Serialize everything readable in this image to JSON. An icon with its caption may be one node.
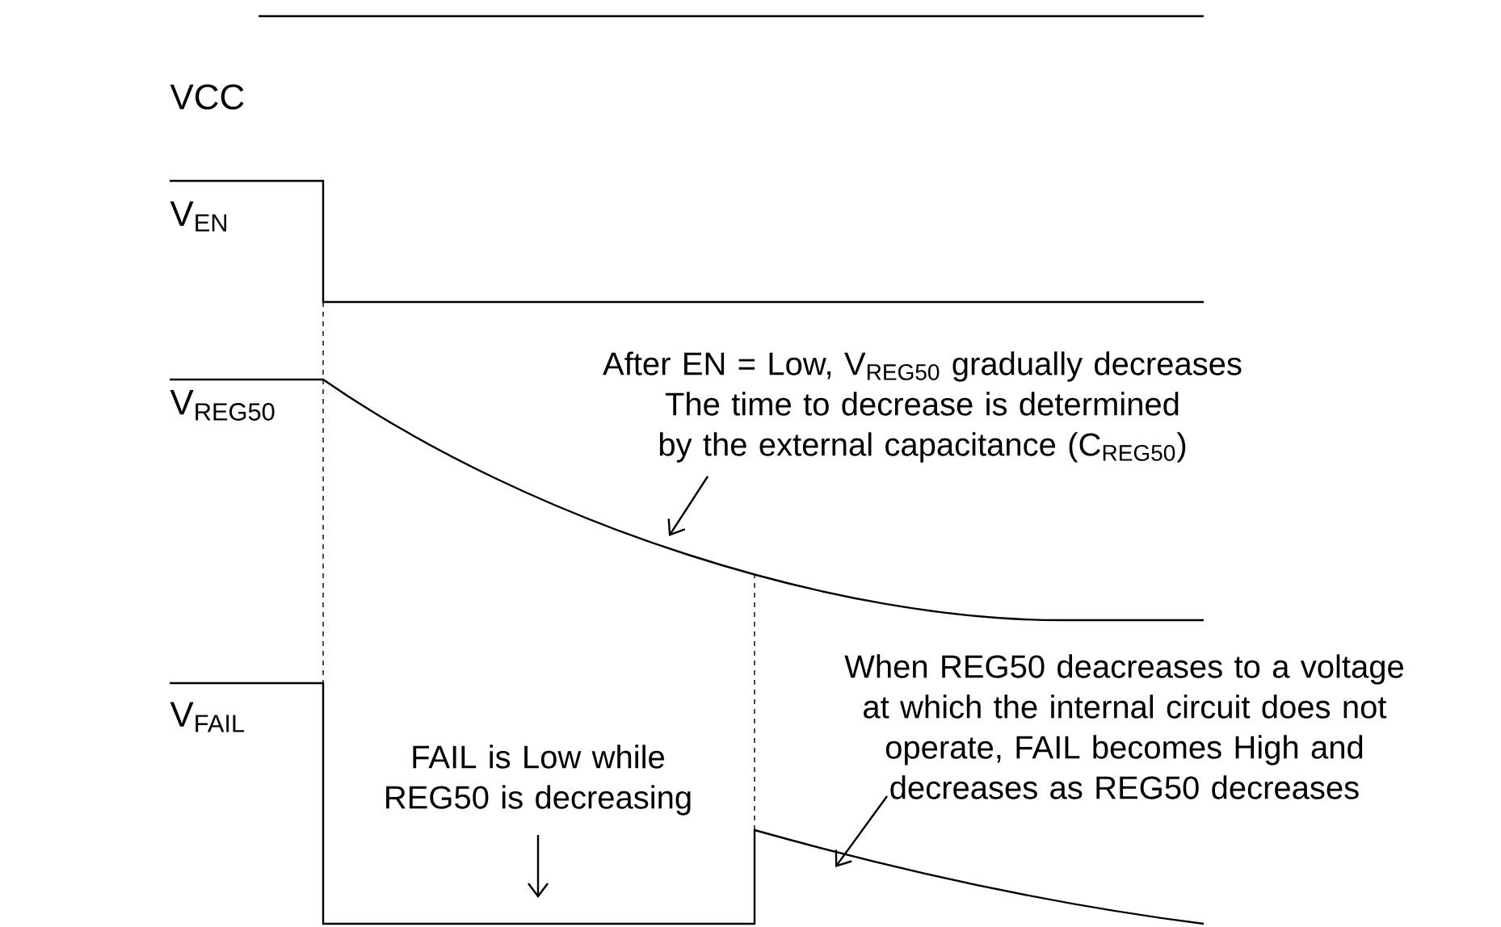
{
  "diagram": {
    "nodes": [
      {
        "text": [
          "After EN = Low, V$_{REG50}$ gradually decreases The time to decrease is determined by the external capacitance (C$_{REG50}$)"
        ]
      },
      {
        "text": [
          "FAIL is Low while REG50 is decreasing"
        ]
      },
      {
        "text": [
          "When REG50 deacreases to a voltage at which the internal circuit does not operate, FAIL becomes High and decreases as REG50 decreases"
        ]
      }
    ],
    "edges": [
      {
        "from": 0,
        "to": null,
        "arrow": "to"
      },
      {
        "from": 1,
        "to": null,
        "arrow": "to"
      },
      {
        "from": 2,
        "to": null,
        "arrow": "to"
      }
    ],
    "labels": [
      "VCC",
      "V$_{EN}$",
      "V$_{REG50}$",
      "V$_{FAIL}$"
    ]
  }
}
